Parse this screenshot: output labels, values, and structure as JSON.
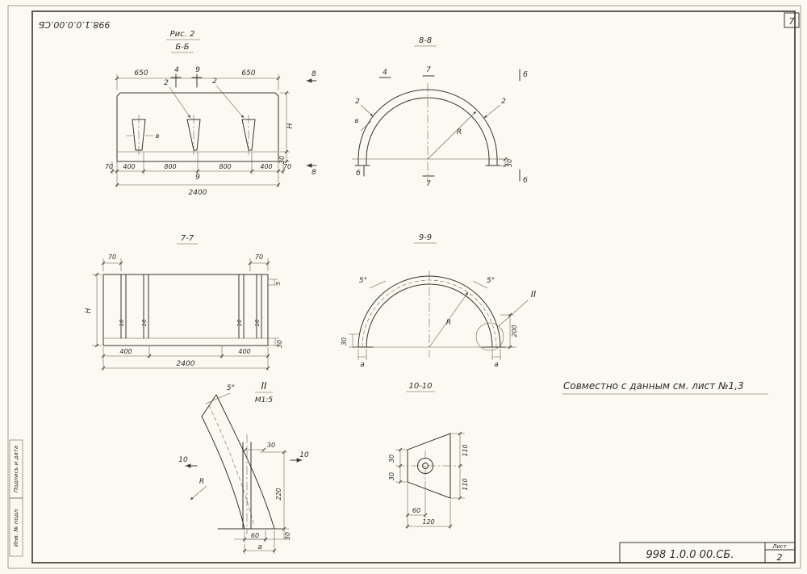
{
  "colors": {
    "paper": "#fbfaf2",
    "ink": "#37342e"
  },
  "page": {
    "corner_stamp": "998.1.0.0.00.СБ",
    "sheet_badge": "7",
    "note": "Совместно  с  данным  см. лист №1,3",
    "side_strip": {
      "cell1": "Подпись и дата",
      "cell2": "Инв. № подл."
    },
    "title_block": {
      "doc_number": "998 1.0.0 00.СБ.",
      "sheet_label": "Лист",
      "sheet_number": "2"
    }
  },
  "fig2": {
    "caption": "Рис. 2",
    "title": "Б-Б",
    "dim_650_left": "650",
    "dim_650_right": "650",
    "mark_4": "4",
    "mark_9_top": "9",
    "mark_8_top": "8",
    "mark_8_bottom": "8",
    "mark_9_bottom": "9",
    "key_label_1": "2",
    "key_label_2": "2",
    "key_width": "в",
    "dims_bottom": [
      "70",
      "400",
      "800",
      "800",
      "400",
      "70"
    ],
    "dim_total": "2400",
    "dim_height": "Н",
    "dim_30": "30"
  },
  "sec88": {
    "title": "8-8",
    "mark_4": "4",
    "mark_7_top": "7",
    "mark_b_top": "б",
    "label_2_left": "2",
    "label_2_right": "2",
    "thickness": "в",
    "radius": "R",
    "mark_b_left": "б",
    "mark_7_bottom": "7",
    "mark_b_bottom": "б",
    "dim_30": "30"
  },
  "sec77": {
    "title": "7-7",
    "dim_70_left": "70",
    "dim_70_right": "70",
    "dim_height": "Н",
    "groove_dims": [
      "10",
      "10",
      "10",
      "10"
    ],
    "dim_5": "5",
    "dim_30": "30",
    "dim_400_left": "400",
    "dim_400_right": "400",
    "dim_total": "2400"
  },
  "sec99": {
    "title": "9-9",
    "angle_left": "5°",
    "angle_right": "5°",
    "radius": "R",
    "detail_mark": "II",
    "dim_30": "30",
    "dim_200": "200",
    "dim_a_left": "а",
    "dim_a_right": "а"
  },
  "detail2": {
    "title": "II",
    "scale": "М1:5",
    "angle": "5°",
    "mark_10_left": "10",
    "mark_10_right": "10",
    "radius": "R",
    "dim_30_top": "30",
    "dim_220": "220",
    "dim_30_bottom": "30",
    "dim_60": "60",
    "dim_a": "а"
  },
  "sec1010": {
    "title": "10-10",
    "dim_30_top": "30",
    "dim_30_bottom": "30",
    "dim_110_top": "110",
    "dim_110_bottom": "110",
    "dim_60": "60",
    "dim_120": "120"
  }
}
